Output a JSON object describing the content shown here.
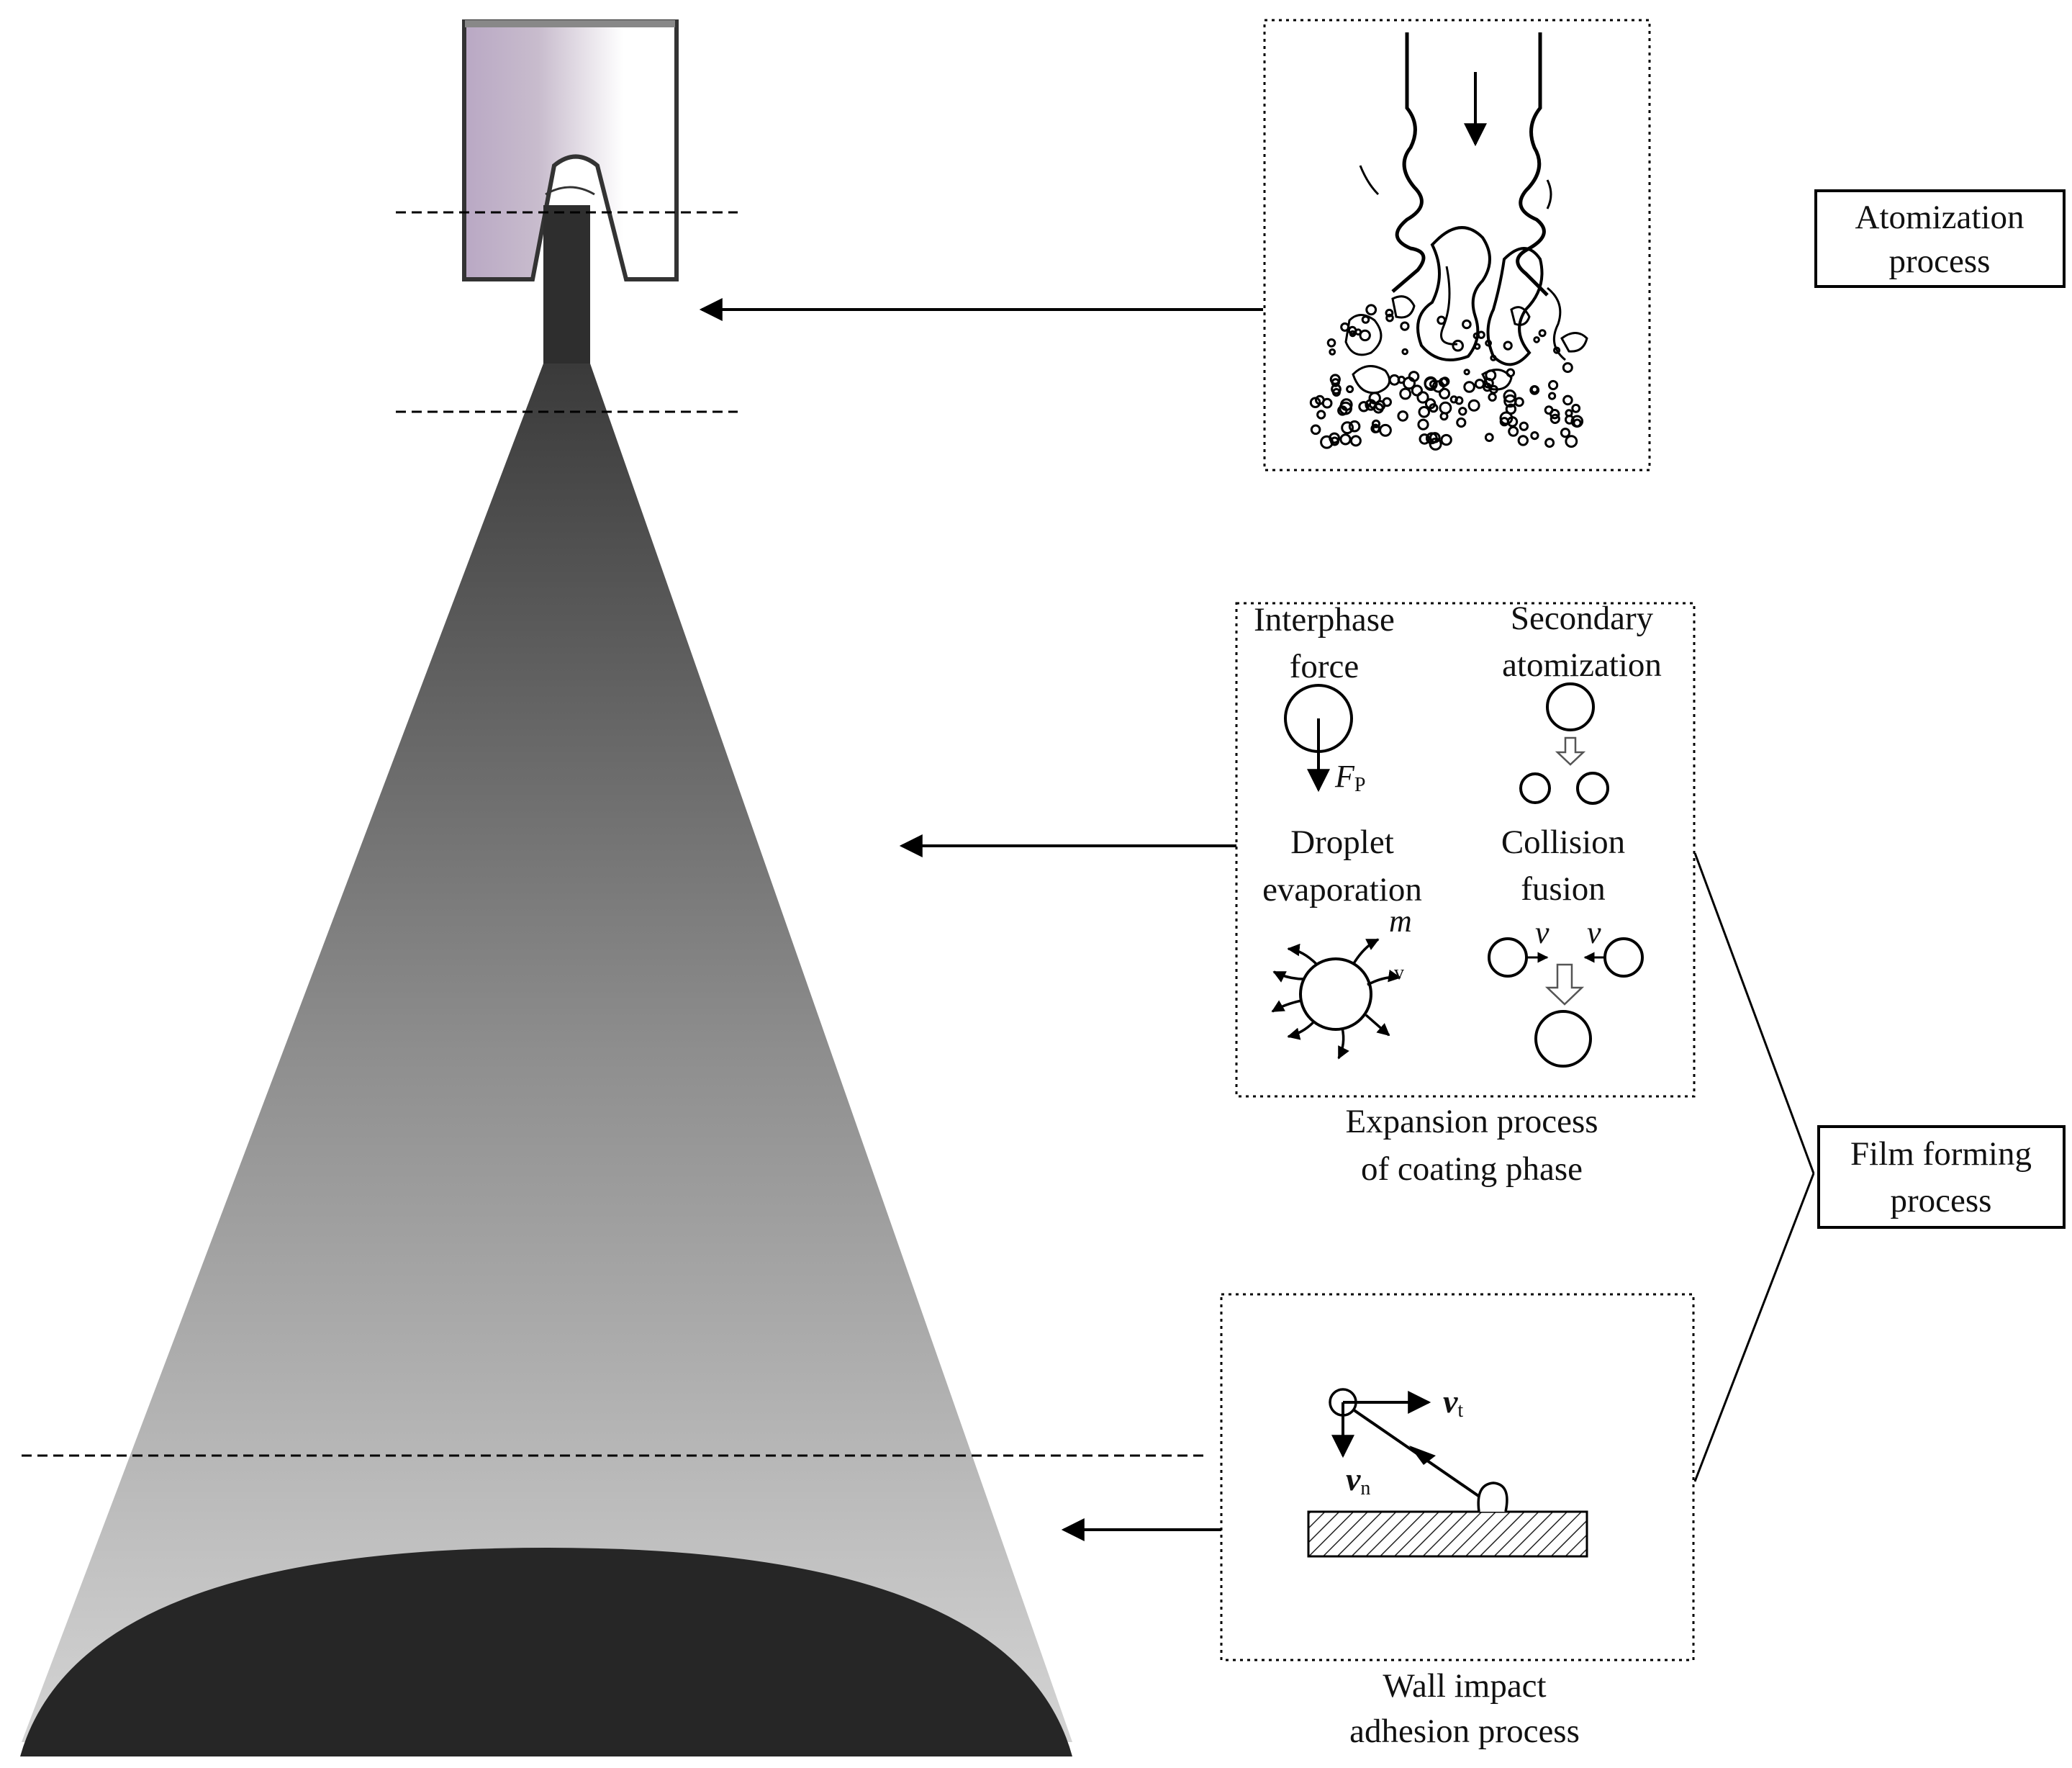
{
  "labels": {
    "atomization": [
      "Atomization",
      "process"
    ],
    "film_forming": [
      "Film forming",
      "process"
    ],
    "interphase": [
      "Interphase",
      "force"
    ],
    "secondary": [
      "Secondary",
      "atomization"
    ],
    "evaporation": [
      "Droplet",
      "evaporation"
    ],
    "collision": [
      "Collision",
      "fusion"
    ],
    "expansion": [
      "Expansion process",
      "of coating phase"
    ],
    "wall_impact": [
      "Wall impact",
      "adhesion process"
    ]
  },
  "symbols": {
    "force": "F",
    "force_sub": "P",
    "mass": "m",
    "mass_sub": "v",
    "velocity": "v",
    "vt": "v",
    "vt_sub": "t",
    "vn": "v",
    "vn_sub": "n"
  },
  "colors": {
    "nozzle_body_left": "#b7a6c2",
    "spray_top": "#3a3a3a",
    "spray_bottom": "#d2d2d2",
    "target": "#262626",
    "line": "#000000"
  }
}
